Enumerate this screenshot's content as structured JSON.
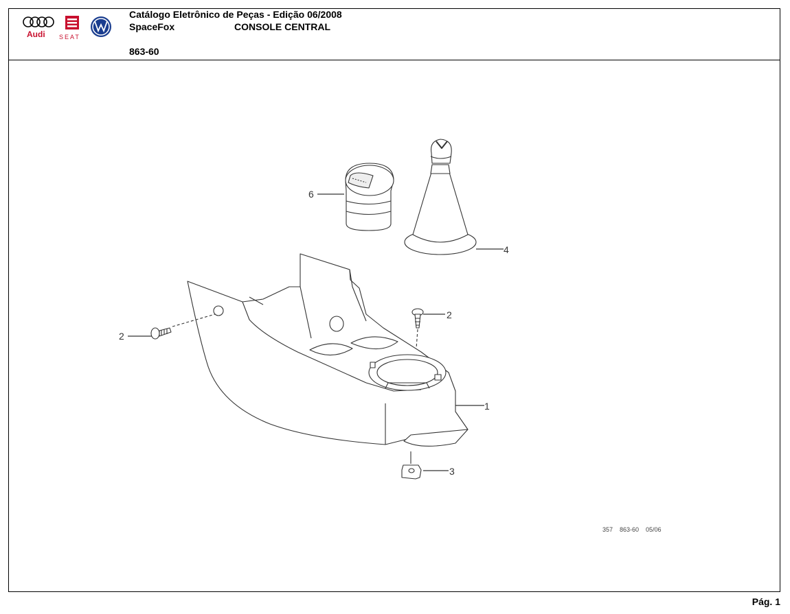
{
  "header": {
    "title": "Catálogo Eletrônico de Peças - Edição 06/2008",
    "model": "SpaceFox",
    "section": "CONSOLE CENTRAL",
    "group_code": "863-60"
  },
  "logos": {
    "audi_label": "Audi",
    "seat_label": "SEAT",
    "vw_label": "VW",
    "audi_color": "#000000",
    "seat_color": "#c8102e",
    "vw_color": "#1a3d8f"
  },
  "diagram": {
    "callouts": {
      "part_1": "1",
      "part_2a": "2",
      "part_2b": "2",
      "part_3": "3",
      "part_4": "4",
      "part_6": "6"
    },
    "reference_code": "357    863-60    05/06"
  },
  "footer": {
    "page_label": "Pág. 1"
  }
}
